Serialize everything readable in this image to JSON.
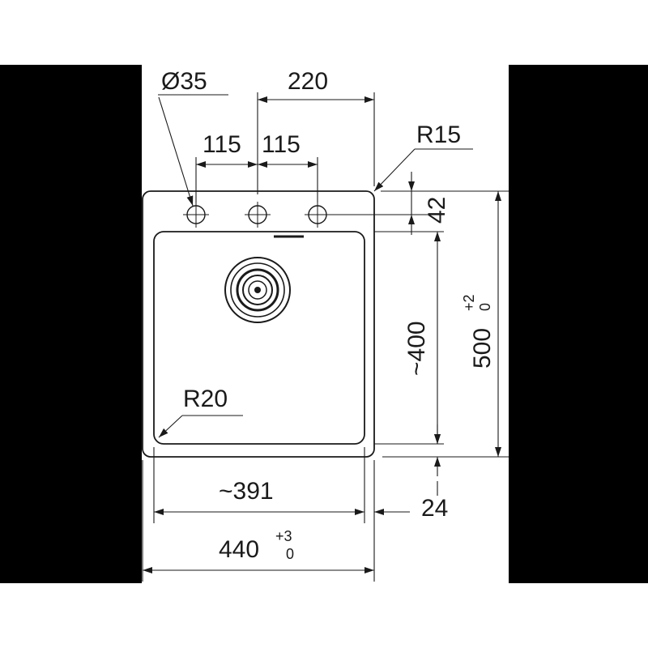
{
  "colors": {
    "ink": "#1a1a1a",
    "background": "#ffffff",
    "side_bars": "#000000"
  },
  "dimensions": {
    "hole_diameter": "Ø35",
    "top_span": "220",
    "hole_spacing_left": "115",
    "hole_spacing_right": "115",
    "corner_radius_outer": "R15",
    "hole_offset": "42",
    "total_height": "500",
    "total_height_tol_upper": "+2",
    "total_height_tol_lower": "0",
    "bowl_height": "~400",
    "bowl_radius": "R20",
    "bowl_width": "~391",
    "bottom_rim": "24",
    "total_width": "440",
    "total_width_tol_upper": "+3",
    "total_width_tol_lower": "0"
  }
}
